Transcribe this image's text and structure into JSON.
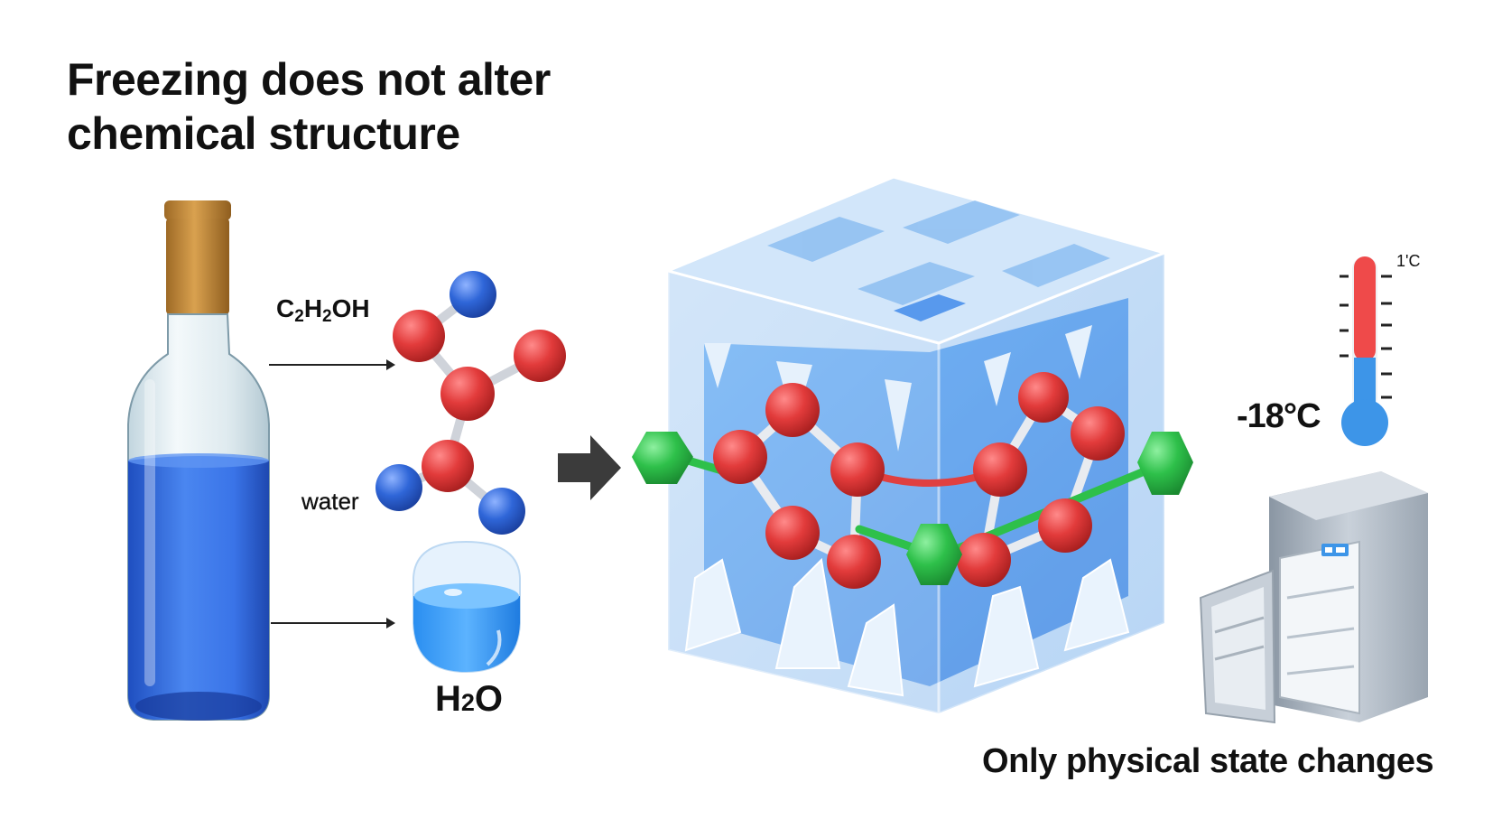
{
  "title": {
    "line1": "Freezing does not alter",
    "line2": "chemical structure"
  },
  "labels": {
    "ethanol_formula": {
      "c": "C",
      "c_sub": "2",
      "h": "H",
      "h_sub": "2",
      "tail": "OH"
    },
    "water": "water",
    "h2o": {
      "h": "H",
      "sub": "2",
      "o": "O"
    },
    "temperature": "-18°C",
    "scale_top": "1'C",
    "footer": "Only physical state changes"
  },
  "colors": {
    "liquid_blue": "#2f6fe0",
    "atom_red": "#e03a3a",
    "atom_blue": "#2f66d8",
    "bond_green": "#2ec04a",
    "cork": "#c48a3a",
    "ice": "#bcd9f5",
    "thermo_red": "#ef4a4a",
    "thermo_blue": "#3d95e8"
  },
  "icons": [
    "bottle-icon",
    "molecule-icon",
    "water-cup-icon",
    "arrow-right-icon",
    "ice-cube-icon",
    "thermometer-icon",
    "refrigerator-icon"
  ]
}
